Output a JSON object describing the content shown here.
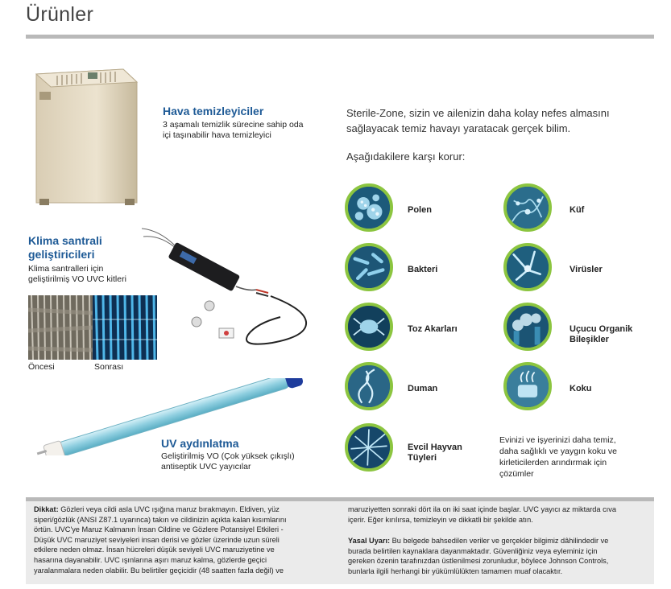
{
  "page": {
    "title": "Ürünler"
  },
  "products": {
    "air_purifier": {
      "heading": "Hava temizleyiciler",
      "desc_line1": "3 aşamalı temizlik sürecine sahip oda",
      "desc_line2": "içi taşınabilir hava temizleyici"
    },
    "hvac": {
      "heading_line1": "Klima santrali",
      "heading_line2": "geliştiricileri",
      "desc_line1": "Klima santralleri için",
      "desc_line2": "geliştirilmiş VO UVC kitleri",
      "before_label": "Öncesi",
      "after_label": "Sonrası"
    },
    "uv_lighting": {
      "heading": "UV aydınlatma",
      "desc_line1": "Geliştirilmiş VO (Çok yüksek çıkışlı)",
      "desc_line2": "antiseptik UVC yayıcılar"
    }
  },
  "intro": {
    "line1": "Sterile-Zone, sizin ve ailenizin daha kolay nefes almasını",
    "line2": "sağlayacak temiz havayı yaratacak gerçek bilim.",
    "protects": "Aşağıdakilere karşı korur:"
  },
  "protections": [
    {
      "label1": "Polen",
      "label2": "",
      "icon": "pollen-icon"
    },
    {
      "label1": "Küf",
      "label2": "",
      "icon": "mold-icon"
    },
    {
      "label1": "Bakteri",
      "label2": "",
      "icon": "bacteria-icon"
    },
    {
      "label1": "Virüsler",
      "label2": "",
      "icon": "virus-icon"
    },
    {
      "label1": "Toz Akarları",
      "label2": "",
      "icon": "dust-mite-icon"
    },
    {
      "label1": "Uçucu Organik",
      "label2": "Bileşikler",
      "icon": "voc-icon"
    },
    {
      "label1": "Duman",
      "label2": "",
      "icon": "smoke-icon"
    },
    {
      "label1": "Koku",
      "label2": "",
      "icon": "odor-icon"
    },
    {
      "label1": "Evcil Hayvan",
      "label2": "Tüyleri",
      "icon": "pet-dander-icon"
    }
  ],
  "closing": {
    "line1": "Evinizi ve işyerinizi daha temiz,",
    "line2": "daha sağlıklı ve yaygın koku ve",
    "line3": "kirleticilerden arındırmak için",
    "line4": "çözümler"
  },
  "footer": {
    "warning_label": "Dikkat:",
    "left_lines": [
      "Gözleri veya cildi asla UVC ışığına maruz bırakmayın. Eldiven, yüz",
      "siperi/gözlük (ANSI Z87.1 uyarınca) takın ve cildinizin açıkta kalan kısımlarını",
      "örtün. UVC'ye Maruz Kalmanın İnsan Cildine ve Gözlere Potansiyel Etkileri -",
      "Düşük UVC maruziyet seviyeleri insan derisi ve gözler üzerinde uzun süreli",
      "etkilere neden olmaz. İnsan hücreleri düşük seviyeli UVC maruziyetine ve",
      "hasarına dayanabilir. UVC ışınlarına aşırı maruz kalma, gözlerde geçici",
      "yaralanmalara neden olabilir. Bu belirtiler geçicidir (48 saatten fazla değil) ve"
    ],
    "right_line1": "maruziyetten sonraki dört ila on iki saat içinde başlar. UVC yayıcı az miktarda cıva",
    "right_line2": "içerir. Eğer kırılırsa, temizleyin ve dikkatli bir şekilde atın.",
    "legal_label": "Yasal Uyarı:",
    "legal_lines": [
      "Bu belgede bahsedilen veriler ve gerçekler bilgimiz dâhilindedir ve",
      "burada belirtilen kaynaklara dayanmaktadır. Güvenliğiniz veya eyleminiz için",
      "gereken özenin tarafınızdan üstlenilmesi zorunludur, böylece Johnson Controls,",
      "bunlarla ilgili herhangi bir yükümlülükten tamamen muaf olacaktır."
    ]
  }
}
